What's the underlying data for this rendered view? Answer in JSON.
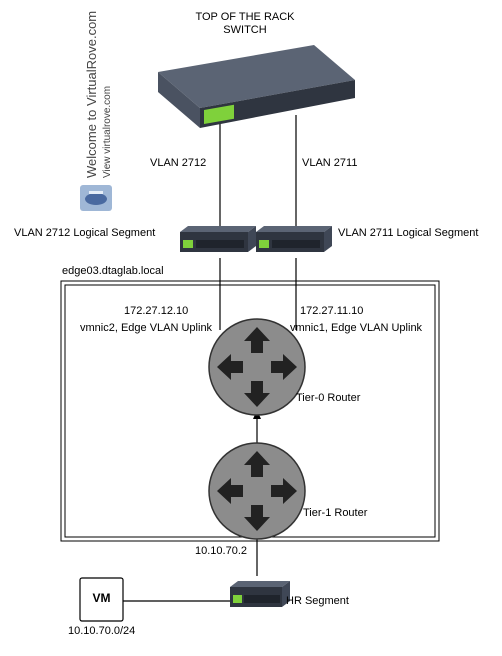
{
  "watermark": {
    "title": "Welcome to VirtualRove.com",
    "subtitle": "View virtualrove.com"
  },
  "tor_switch": {
    "label_line1": "TOP OF THE RACK",
    "label_line2": "SWITCH"
  },
  "vlans": {
    "left": "VLAN 2712",
    "right": "VLAN 2711",
    "left_segment": "VLAN 2712 Logical Segment",
    "right_segment": "VLAN 2711 Logical Segment"
  },
  "edge": {
    "name": "edge03.dtaglab.local",
    "left_ip": "172.27.12.10",
    "left_uplink": "vmnic2, Edge VLAN Uplink",
    "right_ip": "172.27.11.10",
    "right_uplink": "vmnic1, Edge VLAN Uplink"
  },
  "routers": {
    "tier0": "Tier-0 Router",
    "tier1": "Tier-1 Router"
  },
  "downlink_ip": "10.10.70.2",
  "hr_segment": "HR Segment",
  "vm": {
    "label": "VM",
    "subnet": "10.10.70.0/24"
  },
  "colors": {
    "switch_body": "#3f4756",
    "switch_front": "#262c36",
    "router_fill": "#8c8c8c",
    "port_led": "#7fd13b"
  }
}
